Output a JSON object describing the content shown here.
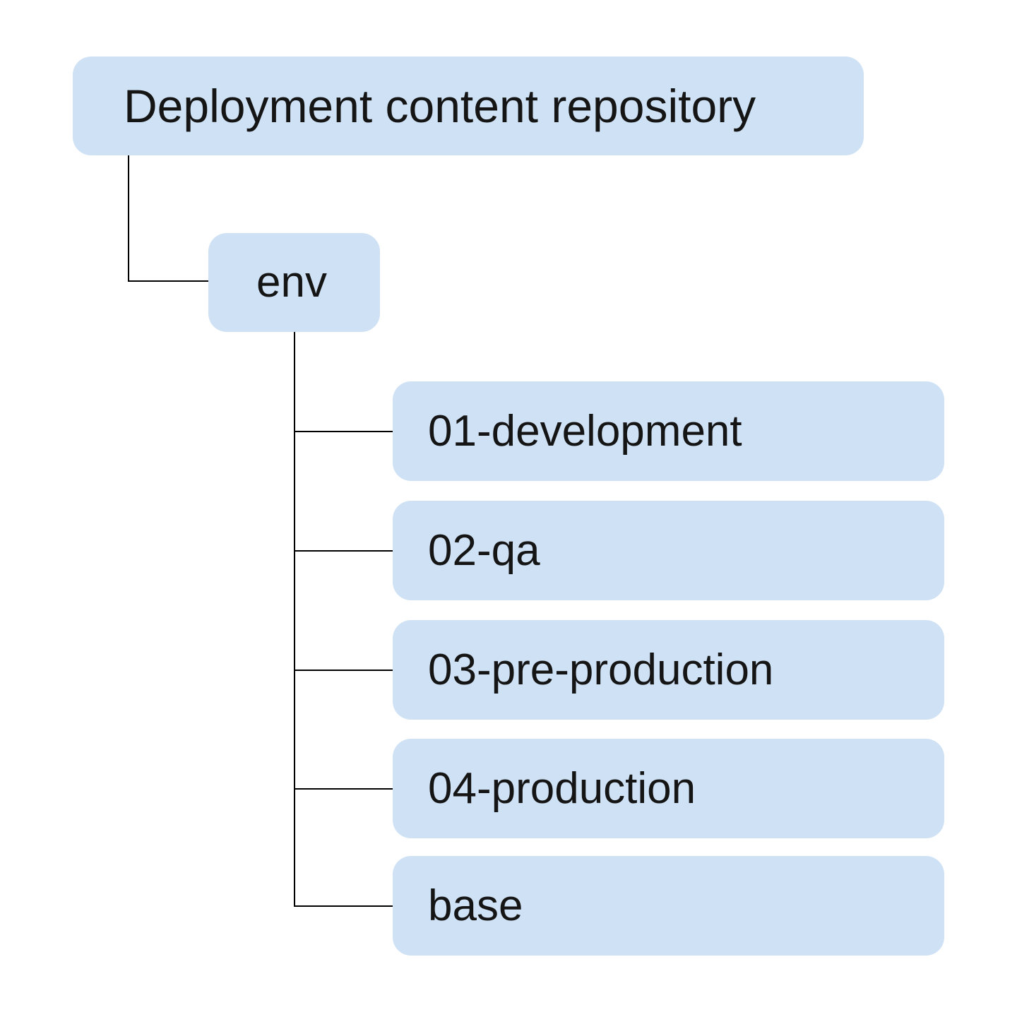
{
  "diagram": {
    "type": "tree",
    "root": {
      "label": "Deployment content repository"
    },
    "child": {
      "label": "env"
    },
    "leaves": [
      {
        "label": "01-development"
      },
      {
        "label": "02-qa"
      },
      {
        "label": "03-pre-production"
      },
      {
        "label": "04-production"
      },
      {
        "label": "base"
      }
    ],
    "colors": {
      "node_fill": "#cfe1f4",
      "connector": "#000000",
      "text": "#151515",
      "background": "#ffffff"
    }
  }
}
